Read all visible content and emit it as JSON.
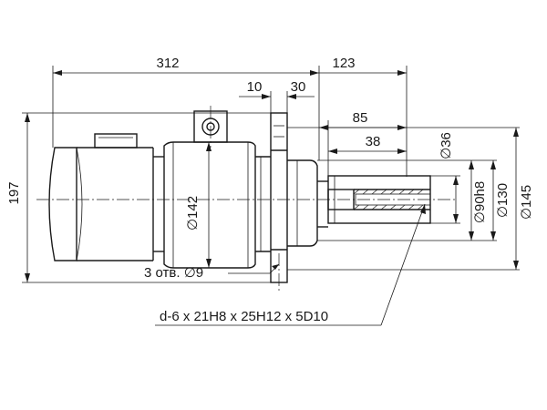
{
  "dimensions": {
    "overall_length": "312",
    "shaft_length": "123",
    "flange_thickness": "10",
    "flange_offset": "30",
    "shaft_85": "85",
    "shaft_38": "38",
    "height": "197",
    "housing_diameter": "∅142",
    "shaft_diameter": "∅36",
    "pilot_diameter": "∅90h8",
    "bolt_circle_diameter": "∅130",
    "flange_diameter": "∅145"
  },
  "callouts": {
    "holes": "3 отв. ∅9",
    "spline": "d-6 x 21H8 x 25H12 x 5D10"
  }
}
